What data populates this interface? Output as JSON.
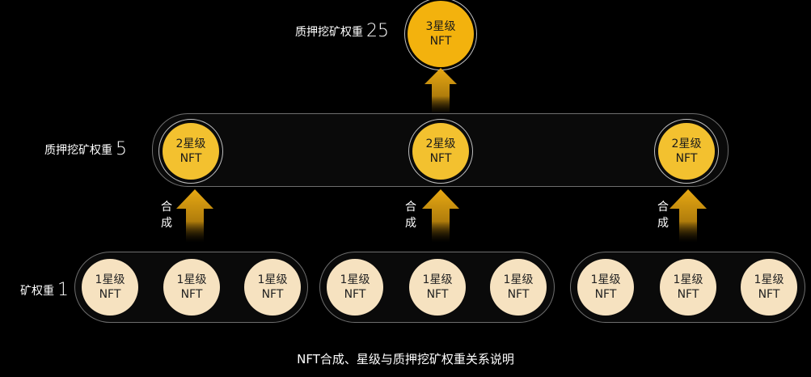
{
  "level_labels": {
    "top": {
      "text": "质押挖矿权重",
      "value": "25"
    },
    "middle": {
      "text": "质押挖矿权重",
      "value": "5"
    },
    "bottom": {
      "text": "矿权重",
      "value": "1"
    }
  },
  "nodes": {
    "star3": {
      "line1": "3星级",
      "line2": "NFT"
    },
    "star2": {
      "line1": "2星级",
      "line2": "NFT"
    },
    "star1": {
      "line1": "1星级",
      "line2": "NFT"
    }
  },
  "merge_label": [
    "合",
    "成"
  ],
  "caption": "NFT合成、星级与质押挖矿权重关系说明",
  "colors": {
    "star1_fill": "#f6e2c0",
    "star2_fill": "#f3c12f",
    "star3_fill": "#f3b20d",
    "arrow_gold": "#e8a913",
    "background": "#000000",
    "outline": "#6e6e6e"
  },
  "icons": [
    "up-arrow-icon"
  ]
}
